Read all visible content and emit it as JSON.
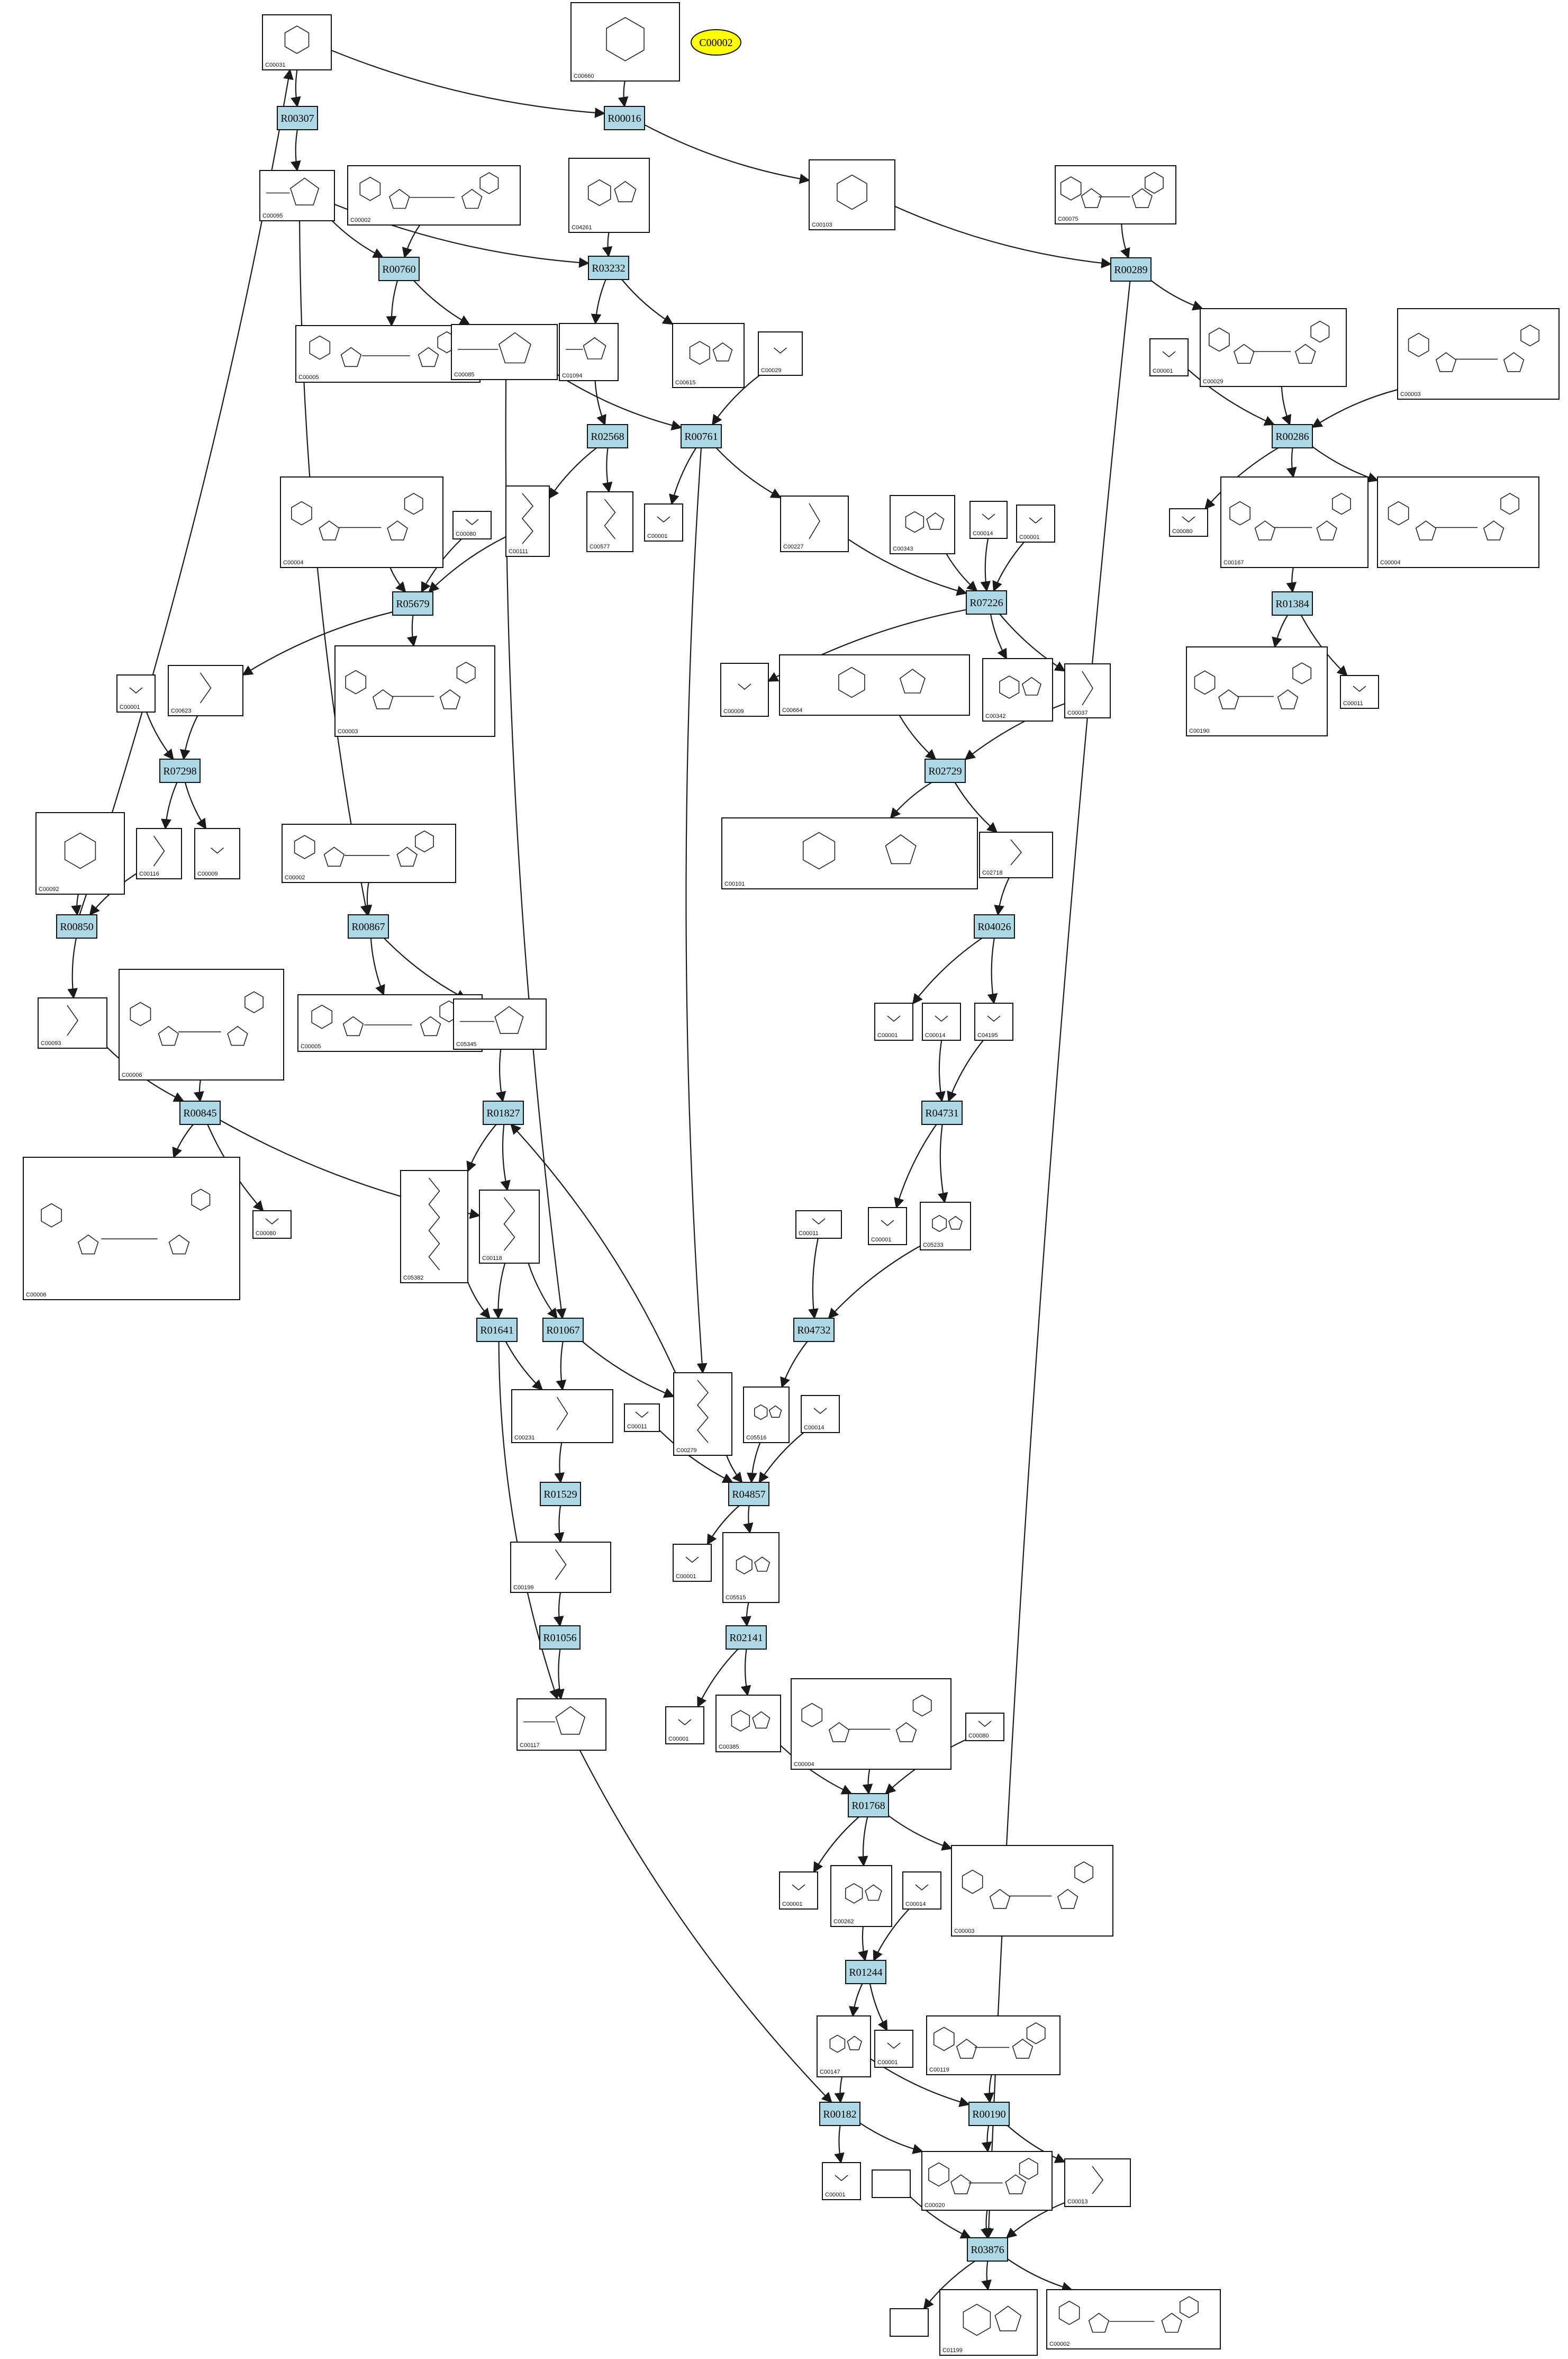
{
  "pathway": {
    "marker": {
      "label": "C00002",
      "color": "#ffff00"
    },
    "reaction_color": "#add8e6",
    "reactions": [
      {
        "id": "r1",
        "label": "R00307"
      },
      {
        "id": "r2",
        "label": "R00016"
      },
      {
        "id": "r3",
        "label": "R00760"
      },
      {
        "id": "r4",
        "label": "R03232"
      },
      {
        "id": "r5",
        "label": "R00289"
      },
      {
        "id": "r6",
        "label": "R02568"
      },
      {
        "id": "r7",
        "label": "R00761"
      },
      {
        "id": "r8",
        "label": "R00286"
      },
      {
        "id": "r9",
        "label": "R05679"
      },
      {
        "id": "r10",
        "label": "R07226"
      },
      {
        "id": "r11",
        "label": "R01384"
      },
      {
        "id": "r12",
        "label": "R07298"
      },
      {
        "id": "r13",
        "label": "R02729"
      },
      {
        "id": "r14",
        "label": "R00850"
      },
      {
        "id": "r15",
        "label": "R00867"
      },
      {
        "id": "r16",
        "label": "R04026"
      },
      {
        "id": "r17",
        "label": "R00845"
      },
      {
        "id": "r18",
        "label": "R01827"
      },
      {
        "id": "r19",
        "label": "R04731"
      },
      {
        "id": "r20",
        "label": "R01641"
      },
      {
        "id": "r21",
        "label": "R01067"
      },
      {
        "id": "r22",
        "label": "R04732"
      },
      {
        "id": "r23",
        "label": "R01529"
      },
      {
        "id": "r24",
        "label": "R04857"
      },
      {
        "id": "r25",
        "label": "R01056"
      },
      {
        "id": "r26",
        "label": "R02141"
      },
      {
        "id": "r27",
        "label": "R01768"
      },
      {
        "id": "r28",
        "label": "R01244"
      },
      {
        "id": "r29",
        "label": "R00182"
      },
      {
        "id": "r30",
        "label": "R00190"
      },
      {
        "id": "r31",
        "label": "R03876"
      }
    ],
    "compounds": [
      {
        "id": "c1",
        "label": "C00031"
      },
      {
        "id": "c2",
        "label": "C00660"
      },
      {
        "id": "c3",
        "label": "C00095"
      },
      {
        "id": "c4",
        "label": "C00002"
      },
      {
        "id": "c5",
        "label": "C04261"
      },
      {
        "id": "c6",
        "label": "C00103"
      },
      {
        "id": "c7",
        "label": "C00075"
      },
      {
        "id": "c8",
        "label": "C00005"
      },
      {
        "id": "c9",
        "label": "C00085"
      },
      {
        "id": "c10",
        "label": "C01094"
      },
      {
        "id": "c11",
        "label": "C00615"
      },
      {
        "id": "c12",
        "label": "C00029"
      },
      {
        "id": "c13",
        "label": "C00029"
      },
      {
        "id": "c14",
        "label": "C00003"
      },
      {
        "id": "c15",
        "label": "C00001"
      },
      {
        "id": "c16",
        "label": "C00004"
      },
      {
        "id": "c17",
        "label": "C00080"
      },
      {
        "id": "c18",
        "label": "C00111"
      },
      {
        "id": "c19",
        "label": "C00577"
      },
      {
        "id": "c20",
        "label": "C00001"
      },
      {
        "id": "c21",
        "label": "C00227"
      },
      {
        "id": "c22",
        "label": "C00343"
      },
      {
        "id": "c23",
        "label": "C00014"
      },
      {
        "id": "c24",
        "label": "C00001"
      },
      {
        "id": "c25",
        "label": "C00080"
      },
      {
        "id": "c26",
        "label": "C00167"
      },
      {
        "id": "c27",
        "label": "C00004"
      },
      {
        "id": "c28",
        "label": "C00003"
      },
      {
        "id": "c29",
        "label": "C00001"
      },
      {
        "id": "c30",
        "label": "C00623"
      },
      {
        "id": "c31",
        "label": "C00009"
      },
      {
        "id": "c32",
        "label": "C00664"
      },
      {
        "id": "c33",
        "label": "C00342"
      },
      {
        "id": "c34",
        "label": "C00037"
      },
      {
        "id": "c35",
        "label": "C00190"
      },
      {
        "id": "c36",
        "label": "C00011"
      },
      {
        "id": "c37",
        "label": "C00092"
      },
      {
        "id": "c38",
        "label": "C00116"
      },
      {
        "id": "c39",
        "label": "C00009"
      },
      {
        "id": "c40",
        "label": "C00002"
      },
      {
        "id": "c41",
        "label": "C00101"
      },
      {
        "id": "c42",
        "label": "C02718"
      },
      {
        "id": "c43",
        "label": "C00005"
      },
      {
        "id": "c44",
        "label": "C05345"
      },
      {
        "id": "c45",
        "label": "C00093"
      },
      {
        "id": "c46",
        "label": "C00006"
      },
      {
        "id": "c47",
        "label": "C00001"
      },
      {
        "id": "c48",
        "label": "C00014"
      },
      {
        "id": "c49",
        "label": "C04195"
      },
      {
        "id": "c50",
        "label": "C00006"
      },
      {
        "id": "c51",
        "label": "C00080"
      },
      {
        "id": "c52",
        "label": "C05382"
      },
      {
        "id": "c53",
        "label": "C00118"
      },
      {
        "id": "c54",
        "label": "C00001"
      },
      {
        "id": "c55",
        "label": "C05233"
      },
      {
        "id": "c56",
        "label": "C00011"
      },
      {
        "id": "c57",
        "label": "C00231"
      },
      {
        "id": "c58",
        "label": "C00011"
      },
      {
        "id": "c59",
        "label": "C00279"
      },
      {
        "id": "c60",
        "label": "C05516"
      },
      {
        "id": "c61",
        "label": "C00014"
      },
      {
        "id": "c62",
        "label": "C00199"
      },
      {
        "id": "c63",
        "label": "C00001"
      },
      {
        "id": "c64",
        "label": "C05515"
      },
      {
        "id": "c65",
        "label": "C00117"
      },
      {
        "id": "c66",
        "label": "C00001"
      },
      {
        "id": "c67",
        "label": "C00385"
      },
      {
        "id": "c68",
        "label": "C00004"
      },
      {
        "id": "c69",
        "label": "C00080"
      },
      {
        "id": "c70",
        "label": "C00001"
      },
      {
        "id": "c71",
        "label": "C00262"
      },
      {
        "id": "c72",
        "label": "C00014"
      },
      {
        "id": "c73",
        "label": "C00003"
      },
      {
        "id": "c74",
        "label": "C00147"
      },
      {
        "id": "c75",
        "label": "C00001"
      },
      {
        "id": "c76",
        "label": "C00119"
      },
      {
        "id": "c77",
        "label": "C00001"
      },
      {
        "id": "c78",
        "label": "C00020"
      },
      {
        "id": "c79",
        "label": "C00013"
      },
      {
        "id": "c80",
        "label": ""
      },
      {
        "id": "c81",
        "label": ""
      },
      {
        "id": "c82",
        "label": "C01199"
      },
      {
        "id": "c83",
        "label": "C00002"
      }
    ]
  }
}
